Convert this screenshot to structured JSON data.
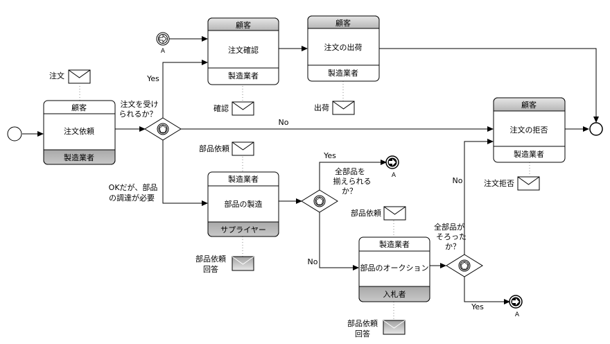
{
  "tasks": {
    "order_request": {
      "top": "顧客",
      "name": "注文依頼",
      "bottom": "製造業者"
    },
    "order_confirm": {
      "top": "顧客",
      "name": "注文確認",
      "bottom": "製造業者"
    },
    "order_ship": {
      "top": "顧客",
      "name": "注文の出荷",
      "bottom": "製造業者"
    },
    "order_reject": {
      "top": "顧客",
      "name": "注文の拒否",
      "bottom": "製造業者"
    },
    "parts_manufacture": {
      "top": "製造業者",
      "name": "部品の製造",
      "bottom": "サプライヤー"
    },
    "parts_auction": {
      "top": "製造業者",
      "name": "部品のオークション",
      "bottom": "入札者"
    }
  },
  "messages": {
    "order": "注文",
    "confirm": "確認",
    "ship": "出荷",
    "reject": "注文拒否",
    "parts_req_1": "部品依頼",
    "parts_resp_1": [
      "部品依頼",
      "回答"
    ],
    "parts_req_2": "部品依頼",
    "parts_resp_2": [
      "部品依頼",
      "回答"
    ]
  },
  "gateways": {
    "g1_question": [
      "注文を受け",
      "られるか？"
    ],
    "g2_question": [
      "全部品を",
      "揃えられる",
      "か？"
    ],
    "g3_question": [
      "全部品が",
      "そろった",
      "か？"
    ]
  },
  "flow_labels": {
    "yes_top": "Yes",
    "no_mid": "No",
    "ok_parts": [
      "OKだが、部品",
      "の調達が必要"
    ],
    "yes_g2": "Yes",
    "no_g2": "No",
    "no_g3": "No",
    "yes_g3": "Yes"
  },
  "link_events": {
    "link_a_start": "A",
    "link_a_end_1": "A",
    "link_a_end_2": "A"
  }
}
